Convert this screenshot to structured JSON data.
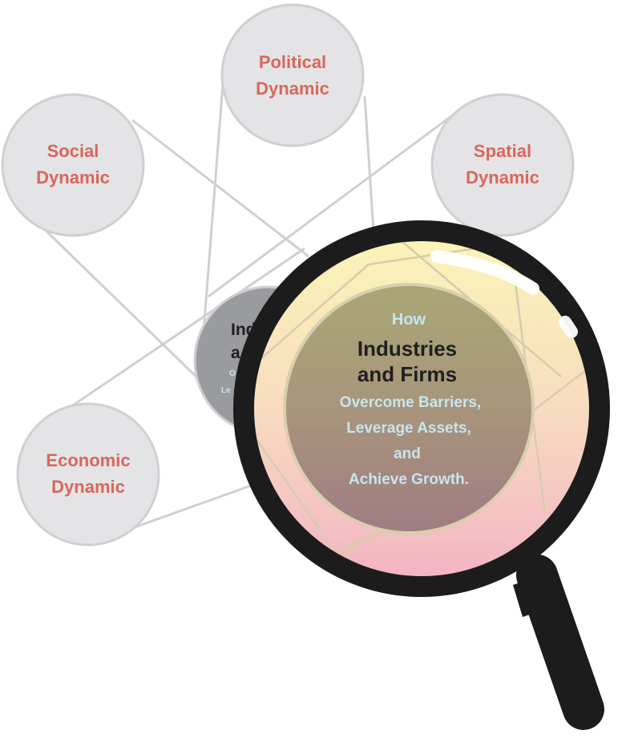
{
  "dynamics": {
    "political": {
      "line1": "Political",
      "line2": "Dynamic"
    },
    "social": {
      "line1": "Social",
      "line2": "Dynamic"
    },
    "spatial": {
      "line1": "Spatial",
      "line2": "Dynamic"
    },
    "economic": {
      "line1": "Economic",
      "line2": "Dynamic"
    }
  },
  "center": {
    "how": "How",
    "title_line1": "Industries",
    "title_line2": "and Firms",
    "sub_line1": "Overcome Barriers,",
    "sub_line2": "Leverage Assets,",
    "sub_line3": "and",
    "sub_line4": "Achieve Growth."
  },
  "partial_center": {
    "frag1": "Ind",
    "frag2": "a",
    "frag3": "O",
    "frag4": "Le"
  },
  "colors": {
    "dynamic_text": "#d9665b",
    "circle_fill": "#e4e4e6",
    "circle_stroke": "#cfd0d2",
    "lens_top": "#fbf4b8",
    "lens_bottom": "#f3b4c4",
    "magnifier_frame": "#1c1c1c",
    "highlight_text": "#c6e6f0"
  }
}
